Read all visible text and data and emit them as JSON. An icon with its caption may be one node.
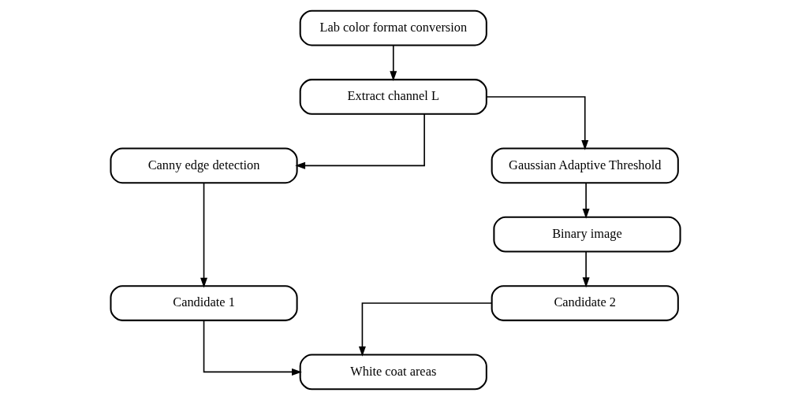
{
  "diagram": {
    "nodes": [
      {
        "text": [
          "Lab color format conversion"
        ]
      },
      {
        "text": [
          "Extract channel L"
        ]
      },
      {
        "text": [
          "Canny edge detection"
        ]
      },
      {
        "text": [
          "Gaussian Adaptive Threshold"
        ]
      },
      {
        "text": [
          "Binary image"
        ]
      },
      {
        "text": [
          "Candidate 1"
        ]
      },
      {
        "text": [
          "Candidate 2"
        ]
      },
      {
        "text": [
          "White coat areas"
        ]
      }
    ],
    "edges": [
      {
        "from": 0,
        "to": 1,
        "arrow": "to"
      },
      {
        "from": 1,
        "to": 2,
        "arrow": "to"
      },
      {
        "from": 1,
        "to": 3,
        "arrow": "to"
      },
      {
        "from": 3,
        "to": 4,
        "arrow": "to"
      },
      {
        "from": 2,
        "to": 5,
        "arrow": "to"
      },
      {
        "from": 4,
        "to": 6,
        "arrow": "to"
      },
      {
        "from": 5,
        "to": 7,
        "arrow": "to"
      },
      {
        "from": 6,
        "to": 7,
        "arrow": "to"
      }
    ]
  }
}
